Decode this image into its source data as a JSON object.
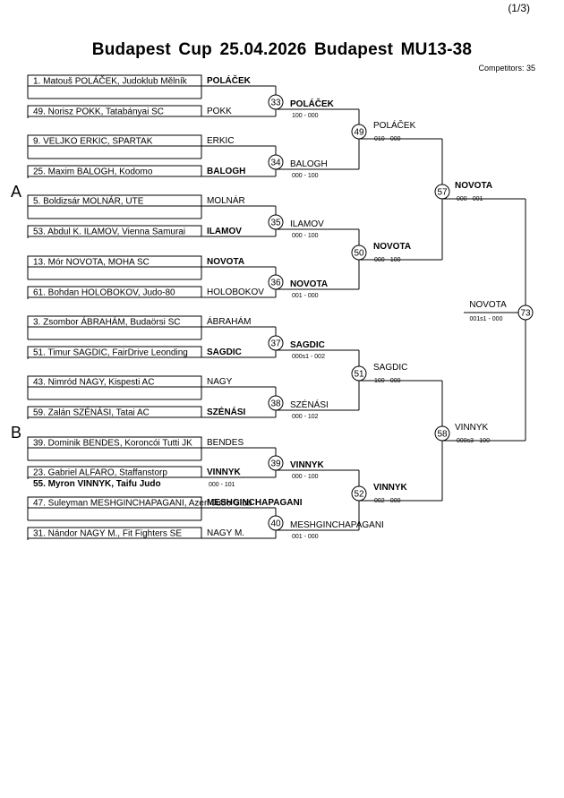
{
  "page_indicator": "(1/3)",
  "title": "Budapest Cup  25.04.2026  Budapest   MU13-38",
  "competitors": "Competitors: 35",
  "pools": [
    "A",
    "B"
  ],
  "entries": [
    {
      "label": "1. Matouš POLÁČEK, Judoklub Mělník"
    },
    {
      "label": "49. Norisz POKK, Tatabányai SC"
    },
    {
      "label": "9. VELJKO ERKIC, SPARTAK"
    },
    {
      "label": "25. Maxim BALOGH, Kodomo"
    },
    {
      "label": "5. Boldizsár MOLNÁR, UTE"
    },
    {
      "label": "53. Abdul K. ILAMOV, Vienna Samurai"
    },
    {
      "label": "13. Mór NOVOTA, MOHA SC"
    },
    {
      "label": "61. Bohdan HOLOBOKOV, Judo-80"
    },
    {
      "label": "3. Zsombor ÁBRAHÁM, Budaörsi SC"
    },
    {
      "label": "51. Timur SAGDIC, FairDrive Leonding"
    },
    {
      "label": "43. Nimród NAGY, Kispesti AC"
    },
    {
      "label": "59. Zalán SZÉNÁSI, Tatai AC"
    },
    {
      "label": "39. Dominik BENDES, Koroncói Tutti JK"
    },
    {
      "label": "23. Gabriel ALFARO, Staffanstorp"
    },
    {
      "label": "47. Suleyman MESHGINCHAPAGANI, Azeri Judo Club"
    },
    {
      "label": "31. Nándor NAGY M., Fit Fighters SE"
    }
  ],
  "r0_names": [
    {
      "name": "POLÁČEK",
      "bold": true
    },
    {
      "name": "POKK",
      "bold": false
    },
    {
      "name": "ERKIC",
      "bold": false
    },
    {
      "name": "BALOGH",
      "bold": true
    },
    {
      "name": "MOLNÁR",
      "bold": false
    },
    {
      "name": "ILAMOV",
      "bold": true
    },
    {
      "name": "NOVOTA",
      "bold": true
    },
    {
      "name": "HOLOBOKOV",
      "bold": false
    },
    {
      "name": "ÁBRAHÁM",
      "bold": false
    },
    {
      "name": "SAGDIC",
      "bold": true
    },
    {
      "name": "NAGY",
      "bold": false
    },
    {
      "name": "SZÉNÁSI",
      "bold": true
    },
    {
      "name": "BENDES",
      "bold": false
    },
    {
      "name": "VINNYK",
      "bold": true
    },
    {
      "name": "MESHGINCHAPAGANI",
      "bold": true
    },
    {
      "name": "NAGY M.",
      "bold": false
    }
  ],
  "extra_match": {
    "label": "55. Myron VINNYK, Taifu Judo",
    "score": "000 - 101"
  },
  "r1": [
    {
      "num": "33",
      "name": "POLÁČEK",
      "score": "100 - 000",
      "bold": true
    },
    {
      "num": "34",
      "name": "BALOGH",
      "score": "000 - 100",
      "bold": false
    },
    {
      "num": "35",
      "name": "ILAMOV",
      "score": "000 - 100",
      "bold": false
    },
    {
      "num": "36",
      "name": "NOVOTA",
      "score": "001 - 000",
      "bold": true
    },
    {
      "num": "37",
      "name": "SAGDIC",
      "score": "000s1 - 002",
      "bold": true
    },
    {
      "num": "38",
      "name": "SZÉNÁSI",
      "score": "000 - 102",
      "bold": false
    },
    {
      "num": "39",
      "name": "VINNYK",
      "score": "000 - 100",
      "bold": true
    },
    {
      "num": "40",
      "name": "MESHGINCHAPAGANI",
      "score": "001 - 000",
      "bold": false
    }
  ],
  "r2": [
    {
      "num": "49",
      "name": "POLÁČEK",
      "score": "010 - 000",
      "bold": false
    },
    {
      "num": "50",
      "name": "NOVOTA",
      "score": "000 - 100",
      "bold": true
    },
    {
      "num": "51",
      "name": "SAGDIC",
      "score": "100 - 000",
      "bold": false
    },
    {
      "num": "52",
      "name": "VINNYK",
      "score": "002 - 000",
      "bold": true
    }
  ],
  "r3": [
    {
      "num": "57",
      "name": "NOVOTA",
      "score": "000 - 001",
      "bold": true
    },
    {
      "num": "58",
      "name": "VINNYK",
      "score": "000s3 - 100",
      "bold": false
    }
  ],
  "final": {
    "num": "73",
    "name": "NOVOTA",
    "score": "001s1 - 000"
  }
}
